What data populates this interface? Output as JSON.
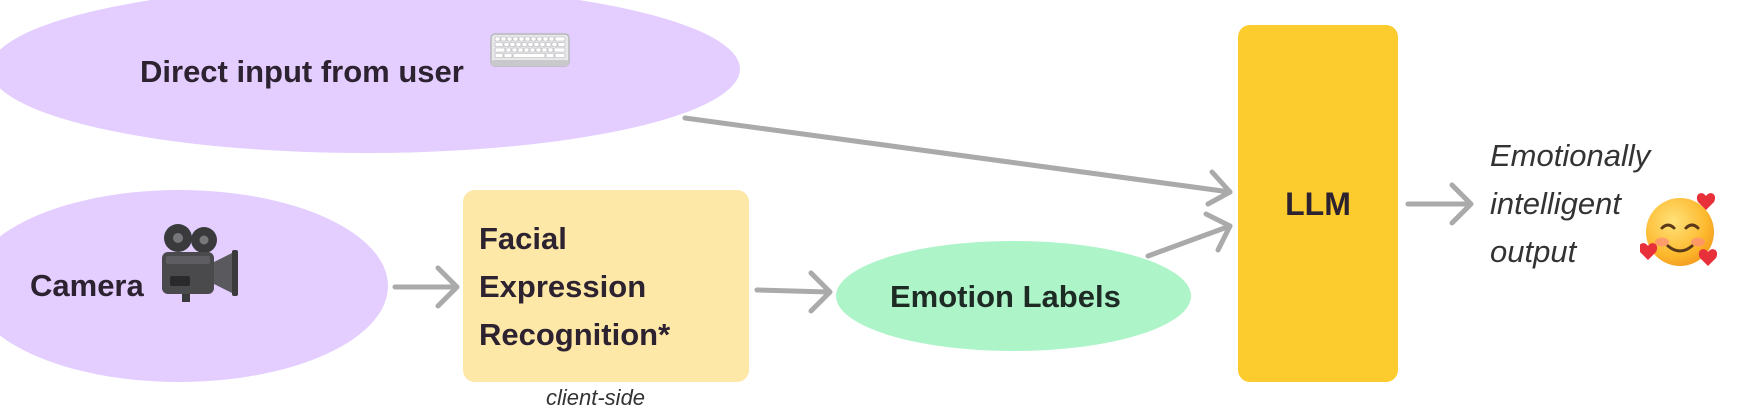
{
  "nodes": {
    "user_input": {
      "label": "Direct input from user",
      "icon": "keyboard-icon",
      "color": "#E3CEFF"
    },
    "camera": {
      "label": "Camera",
      "icon": "movie-camera-icon",
      "color": "#E3CEFF"
    },
    "fer": {
      "label_lines": [
        "Facial",
        "Expression",
        "Recognition*"
      ],
      "caption": "client-side",
      "color": "#FDE8A7"
    },
    "emotion_labels": {
      "label": "Emotion Labels",
      "color": "#ADF5C8"
    },
    "llm": {
      "label": "LLM",
      "color": "#FCCB2D"
    },
    "output": {
      "label_lines": [
        "Emotionally",
        "intelligent",
        "output"
      ],
      "icon": "smiling-face-with-hearts-icon"
    }
  },
  "edges": [
    {
      "from": "user_input",
      "to": "llm"
    },
    {
      "from": "camera",
      "to": "fer"
    },
    {
      "from": "fer",
      "to": "emotion_labels"
    },
    {
      "from": "emotion_labels",
      "to": "llm"
    },
    {
      "from": "llm",
      "to": "output"
    }
  ],
  "colors": {
    "arrow": "#AAAAAA",
    "text": "#2C2230"
  }
}
